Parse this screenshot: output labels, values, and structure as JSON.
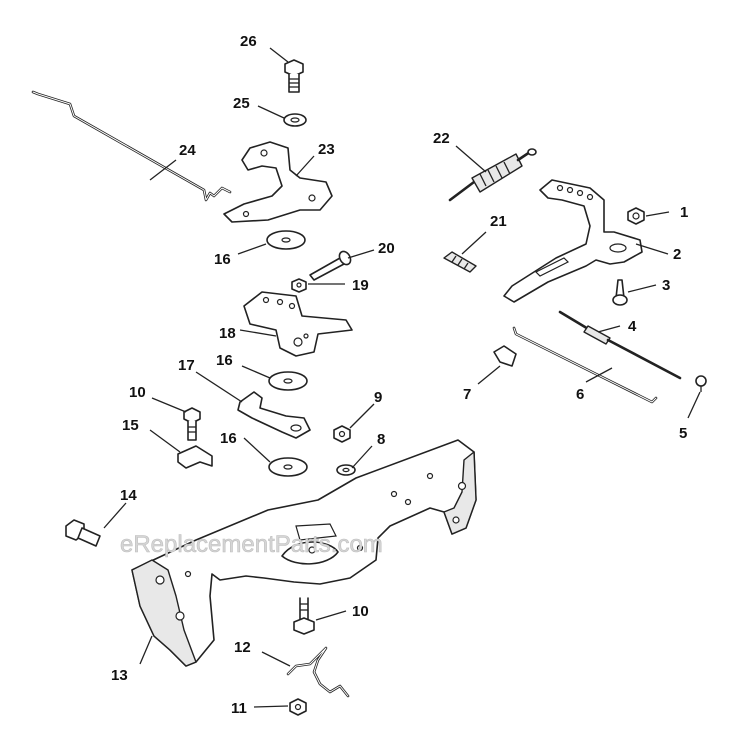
{
  "watermark": "eReplacementParts.com",
  "callouts": [
    {
      "id": "c1",
      "label": "1"
    },
    {
      "id": "c2",
      "label": "2"
    },
    {
      "id": "c3",
      "label": "3"
    },
    {
      "id": "c4",
      "label": "4"
    },
    {
      "id": "c5",
      "label": "5"
    },
    {
      "id": "c6",
      "label": "6"
    },
    {
      "id": "c7",
      "label": "7"
    },
    {
      "id": "c8",
      "label": "8"
    },
    {
      "id": "c9",
      "label": "9"
    },
    {
      "id": "c10a",
      "label": "10"
    },
    {
      "id": "c10b",
      "label": "10"
    },
    {
      "id": "c11",
      "label": "11"
    },
    {
      "id": "c12",
      "label": "12"
    },
    {
      "id": "c13",
      "label": "13"
    },
    {
      "id": "c14",
      "label": "14"
    },
    {
      "id": "c15",
      "label": "15"
    },
    {
      "id": "c16a",
      "label": "16"
    },
    {
      "id": "c16b",
      "label": "16"
    },
    {
      "id": "c16c",
      "label": "16"
    },
    {
      "id": "c17",
      "label": "17"
    },
    {
      "id": "c18",
      "label": "18"
    },
    {
      "id": "c19",
      "label": "19"
    },
    {
      "id": "c20",
      "label": "20"
    },
    {
      "id": "c21",
      "label": "21"
    },
    {
      "id": "c22",
      "label": "22"
    },
    {
      "id": "c23",
      "label": "23"
    },
    {
      "id": "c24",
      "label": "24"
    },
    {
      "id": "c25",
      "label": "25"
    },
    {
      "id": "c26",
      "label": "26"
    }
  ]
}
